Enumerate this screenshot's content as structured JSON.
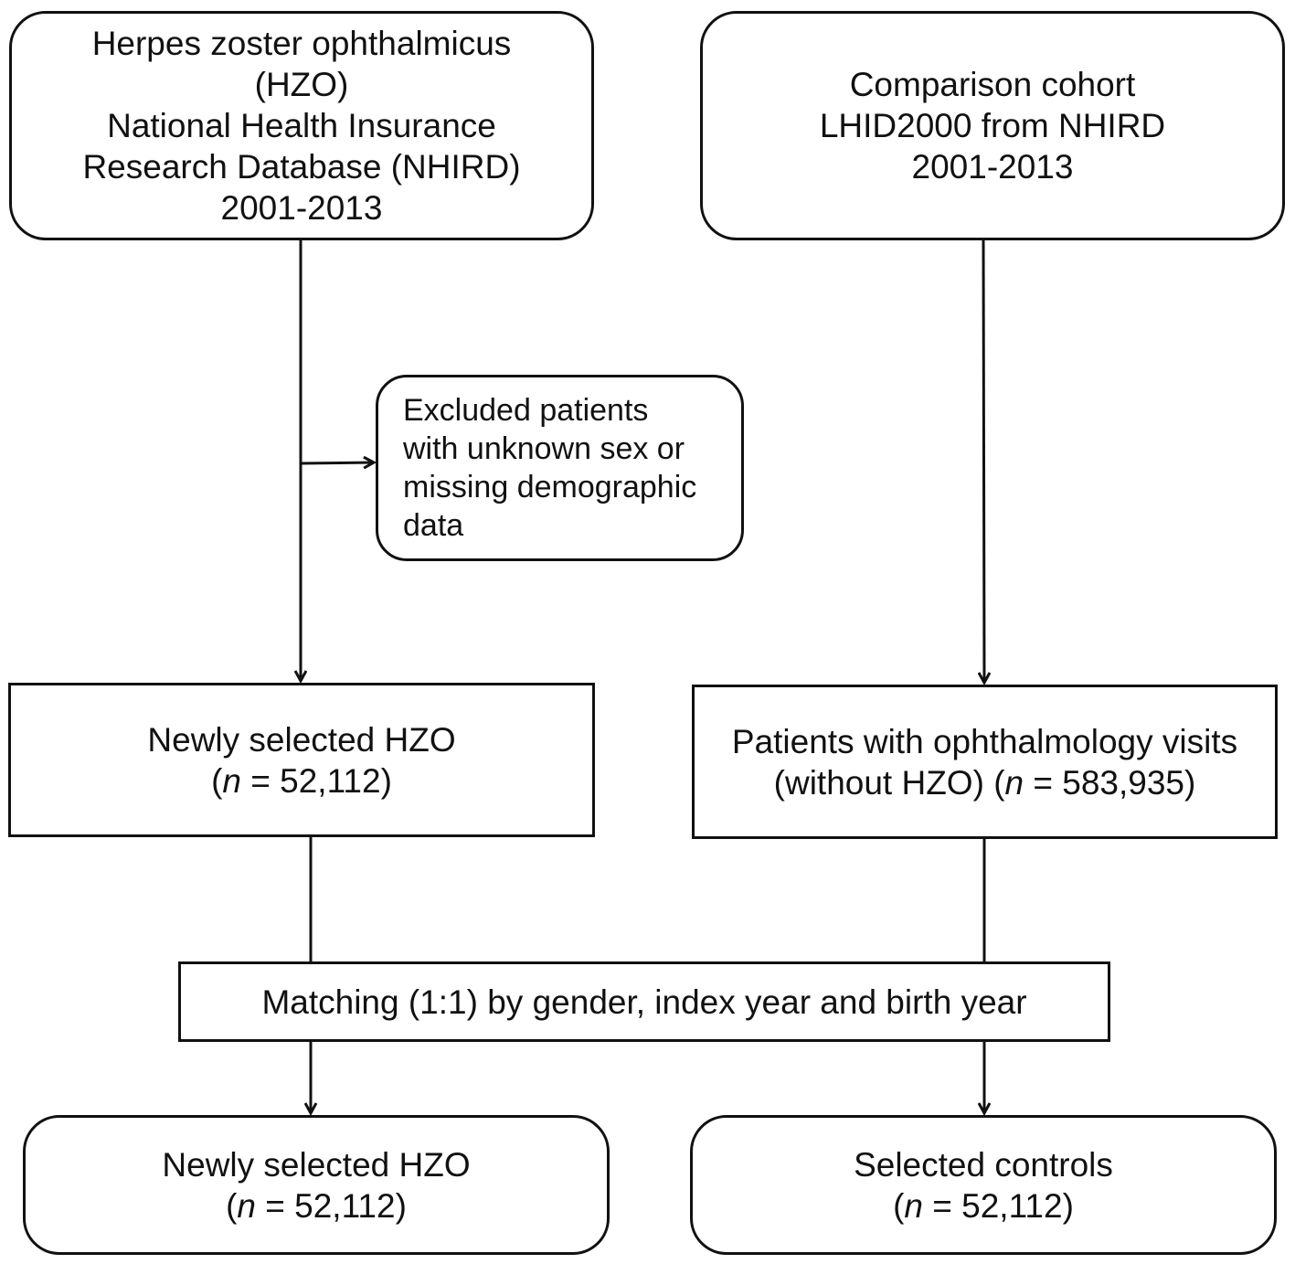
{
  "boxes": {
    "hzo_source": {
      "lines": [
        "Herpes zoster ophthalmicus",
        "(HZO)",
        "National Health Insurance",
        "Research Database (NHIRD)",
        "2001-2013"
      ]
    },
    "comparison_source": {
      "lines": [
        "Comparison cohort",
        "LHID2000 from NHIRD",
        "2001-2013"
      ]
    },
    "exclusion": {
      "lines": [
        "Excluded patients",
        "with unknown sex or",
        "missing demographic",
        "data"
      ]
    },
    "hzo_selected": {
      "title": "Newly selected HZO",
      "open": "(",
      "n_symbol": "n",
      "eq": " = ",
      "n_value": "52,112",
      "close": ")"
    },
    "ophthalmology": {
      "title": "Patients with ophthalmology visits",
      "prefix": "(without HZO) (",
      "n_symbol": "n",
      "eq": " = ",
      "n_value": "583,935",
      "close": ")"
    },
    "matching": {
      "label": "Matching (1:1) by gender, index year and birth year"
    },
    "hzo_final": {
      "title": "Newly selected HZO",
      "open": "(",
      "n_symbol": "n",
      "eq": " = ",
      "n_value": "52,112",
      "close": ")"
    },
    "controls_final": {
      "title": "Selected controls",
      "open": "(",
      "n_symbol": "n",
      "eq": " = ",
      "n_value": "52,112",
      "close": ")"
    }
  }
}
